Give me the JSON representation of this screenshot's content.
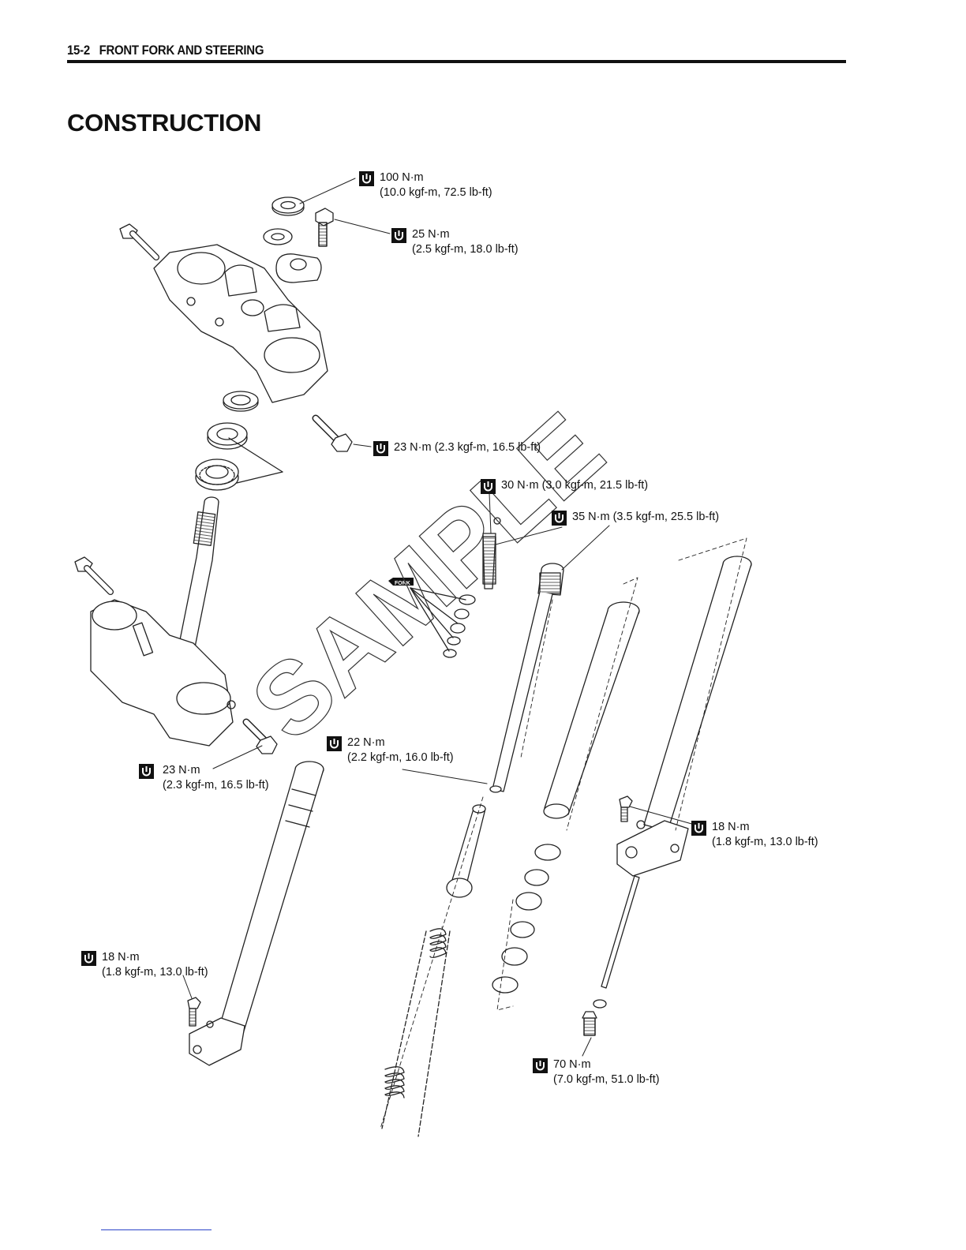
{
  "header": {
    "section": "15-2",
    "title": "FRONT FORK AND STEERING"
  },
  "page_title": "CONSTRUCTION",
  "watermark": "SAMPLE",
  "grease_tag": "FORK",
  "torque_labels": [
    {
      "id": "t100",
      "line1": "100 N·m",
      "line2": "(10.0 kgf-m, 72.5 lb-ft)"
    },
    {
      "id": "t25",
      "line1": "25 N·m",
      "line2": "(2.5 kgf-m, 18.0 lb-ft)"
    },
    {
      "id": "t23a",
      "line1": "23 N·m (2.3 kgf-m, 16.5 lb-ft)",
      "line2": ""
    },
    {
      "id": "t30",
      "line1": "30 N·m (3.0 kgf-m, 21.5 lb-ft)",
      "line2": ""
    },
    {
      "id": "t35",
      "line1": "35 N·m (3.5 kgf-m, 25.5 lb-ft)",
      "line2": ""
    },
    {
      "id": "t22",
      "line1": "22 N·m",
      "line2": "(2.2 kgf-m, 16.0 lb-ft)"
    },
    {
      "id": "t23b",
      "line1": "23 N·m",
      "line2": "(2.3 kgf-m, 16.5 lb-ft)"
    },
    {
      "id": "t18a",
      "line1": "18 N·m",
      "line2": "(1.8 kgf-m, 13.0 lb-ft)"
    },
    {
      "id": "t18b",
      "line1": "18 N·m",
      "line2": "(1.8 kgf-m, 13.0 lb-ft)"
    },
    {
      "id": "t70",
      "line1": "70 N·m",
      "line2": "(7.0 kgf-m, 51.0 lb-ft)"
    }
  ]
}
